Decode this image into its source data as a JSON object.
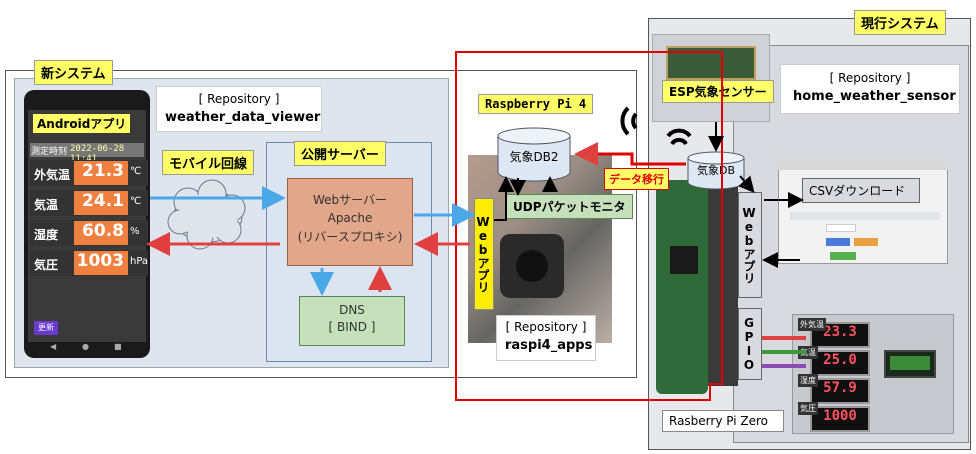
{
  "new_system": {
    "label": "新システム",
    "android_app": {
      "title": "Androidアプリ",
      "header_label": "測定時刻",
      "header_time": "2022-06-28 11:41",
      "rows": [
        {
          "label": "外気温",
          "value": "21.3",
          "unit": "℃"
        },
        {
          "label": "気温",
          "value": "24.1",
          "unit": "℃"
        },
        {
          "label": "湿度",
          "value": "60.8",
          "unit": "%"
        },
        {
          "label": "気圧",
          "value": "1003",
          "unit": "hPa"
        }
      ],
      "button": "更新",
      "nav_icons": [
        "◀",
        "●",
        "■"
      ]
    },
    "repo_viewer": {
      "title": "[ Repository ]",
      "name": "weather_data_viewer"
    },
    "mobile_line": "モバイル回線",
    "public_server": {
      "label": "公開サーバー",
      "web_line1": "Webサーバー",
      "web_line2": "Apache",
      "web_line3": "(リバースプロキシ)",
      "dns_line1": "DNS",
      "dns_line2": "[ BIND ]"
    },
    "raspi4": {
      "label": "Raspberry Pi 4",
      "db": "気象DB2",
      "udp": "UDPパケットモニタ",
      "webapp": "Webアプリ",
      "repo_title": "[ Repository ]",
      "repo_name": "raspi4_apps"
    },
    "data_migration": "データ移行"
  },
  "current_system": {
    "label": "現行システム",
    "esp": "ESP気象センサー",
    "repo_title": "[ Repository ]",
    "repo_name": "home_weather_sensor",
    "db": "気象DB",
    "csv": "CSVダウンロード",
    "webapp": "Webアプリ",
    "gpio": "GPIO",
    "pi_zero": "Rasberry Pi Zero",
    "displays": [
      {
        "label": "外気温",
        "value": "23.3"
      },
      {
        "label": "気温",
        "value": "25.0"
      },
      {
        "label": "湿度",
        "value": "57.9"
      },
      {
        "label": "気圧",
        "value": "1000"
      }
    ]
  },
  "colors": {
    "blue_arrow": "#4aa8e8",
    "red_arrow": "#e04040",
    "red_frame": "#e00000",
    "dark_arrow": "#000000"
  }
}
